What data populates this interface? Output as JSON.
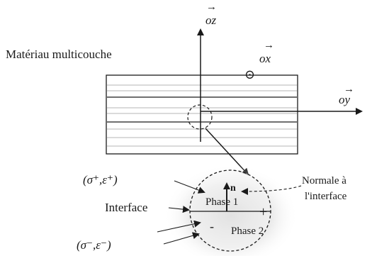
{
  "title": "Matériau multicouche",
  "axes": {
    "z": {
      "arrow": "→",
      "label": "oz"
    },
    "x": {
      "arrow": "→",
      "label": "ox",
      "symbol": "⊙"
    },
    "y": {
      "arrow": "→",
      "label": "oy"
    }
  },
  "zoom": {
    "normal_label_line1": "Normale à",
    "normal_label_line2": "l'interface",
    "normal_vector": "n",
    "phase1": "Phase 1",
    "phase2": "Phase 2",
    "plus_sign": "+",
    "minus_sign": "-",
    "interface_label": "Interface",
    "state_plus": "(σ⁺,ε⁺)",
    "state_minus": "(σ⁻,ε⁻)"
  },
  "colors": {
    "ink": "#1a1a1a",
    "layer_lines": "#b5b5b5",
    "halo": "#cfcfcf"
  }
}
